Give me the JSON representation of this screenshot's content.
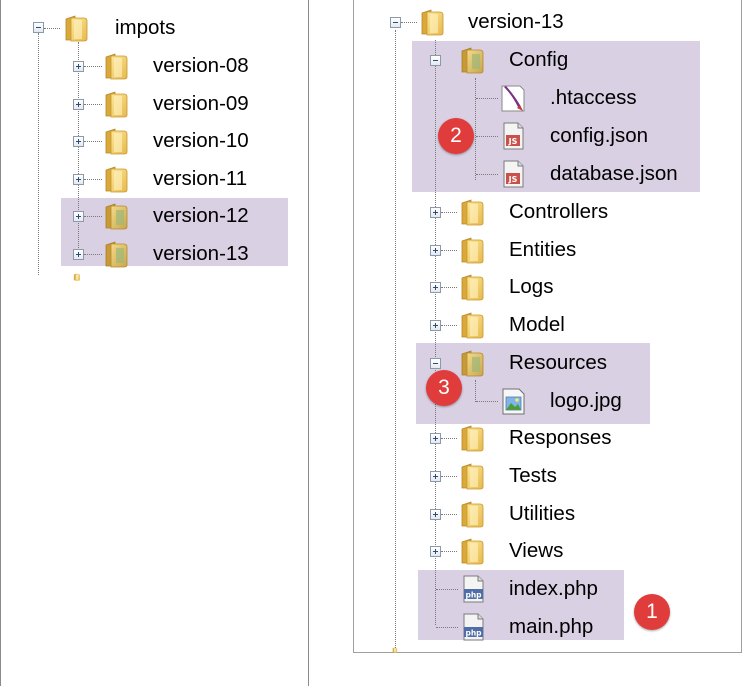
{
  "left_tree": {
    "root": "impots",
    "children": [
      "version-08",
      "version-09",
      "version-10",
      "version-11",
      "version-12",
      "version-13"
    ]
  },
  "right_tree": {
    "root": "version-13",
    "config": {
      "folder": "Config",
      "files": [
        ".htaccess",
        "config.json",
        "database.json"
      ]
    },
    "folders_a": [
      "Controllers",
      "Entities",
      "Logs",
      "Model"
    ],
    "resources": {
      "folder": "Resources",
      "files": [
        "logo.jpg"
      ]
    },
    "folders_b": [
      "Responses",
      "Tests",
      "Utilities",
      "Views"
    ],
    "root_files": [
      "index.php",
      "main.php"
    ]
  },
  "badges": [
    "1",
    "2",
    "3"
  ],
  "colors": {
    "highlight": "#d9d0e3",
    "badge": "#e03c3c"
  }
}
